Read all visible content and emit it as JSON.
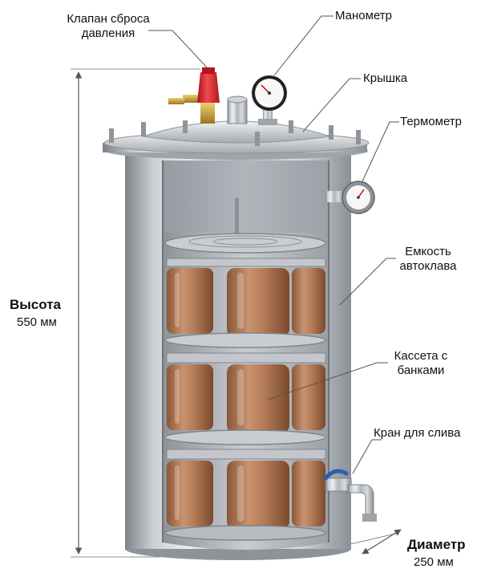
{
  "labels": {
    "valve": [
      "Клапан сброса",
      "давления"
    ],
    "manometer": "Манометр",
    "lid": "Крышка",
    "thermometer": "Термометр",
    "vessel": [
      "Емкость",
      "автоклава"
    ],
    "cassette": [
      "Кассета с",
      "банками"
    ],
    "drain": "Кран для слива"
  },
  "height": {
    "title": "Высота",
    "value": "550 мм"
  },
  "diameter": {
    "title": "Диаметр",
    "value": "250 мм"
  },
  "colors": {
    "steel_light": "#e6e8ea",
    "steel_mid": "#b7bcc1",
    "steel_dark": "#80868c",
    "valve_red": "#d8202a",
    "brass": "#c99a2e",
    "jar_food": "#b47c56",
    "drain_blue": "#2c5fb0"
  }
}
